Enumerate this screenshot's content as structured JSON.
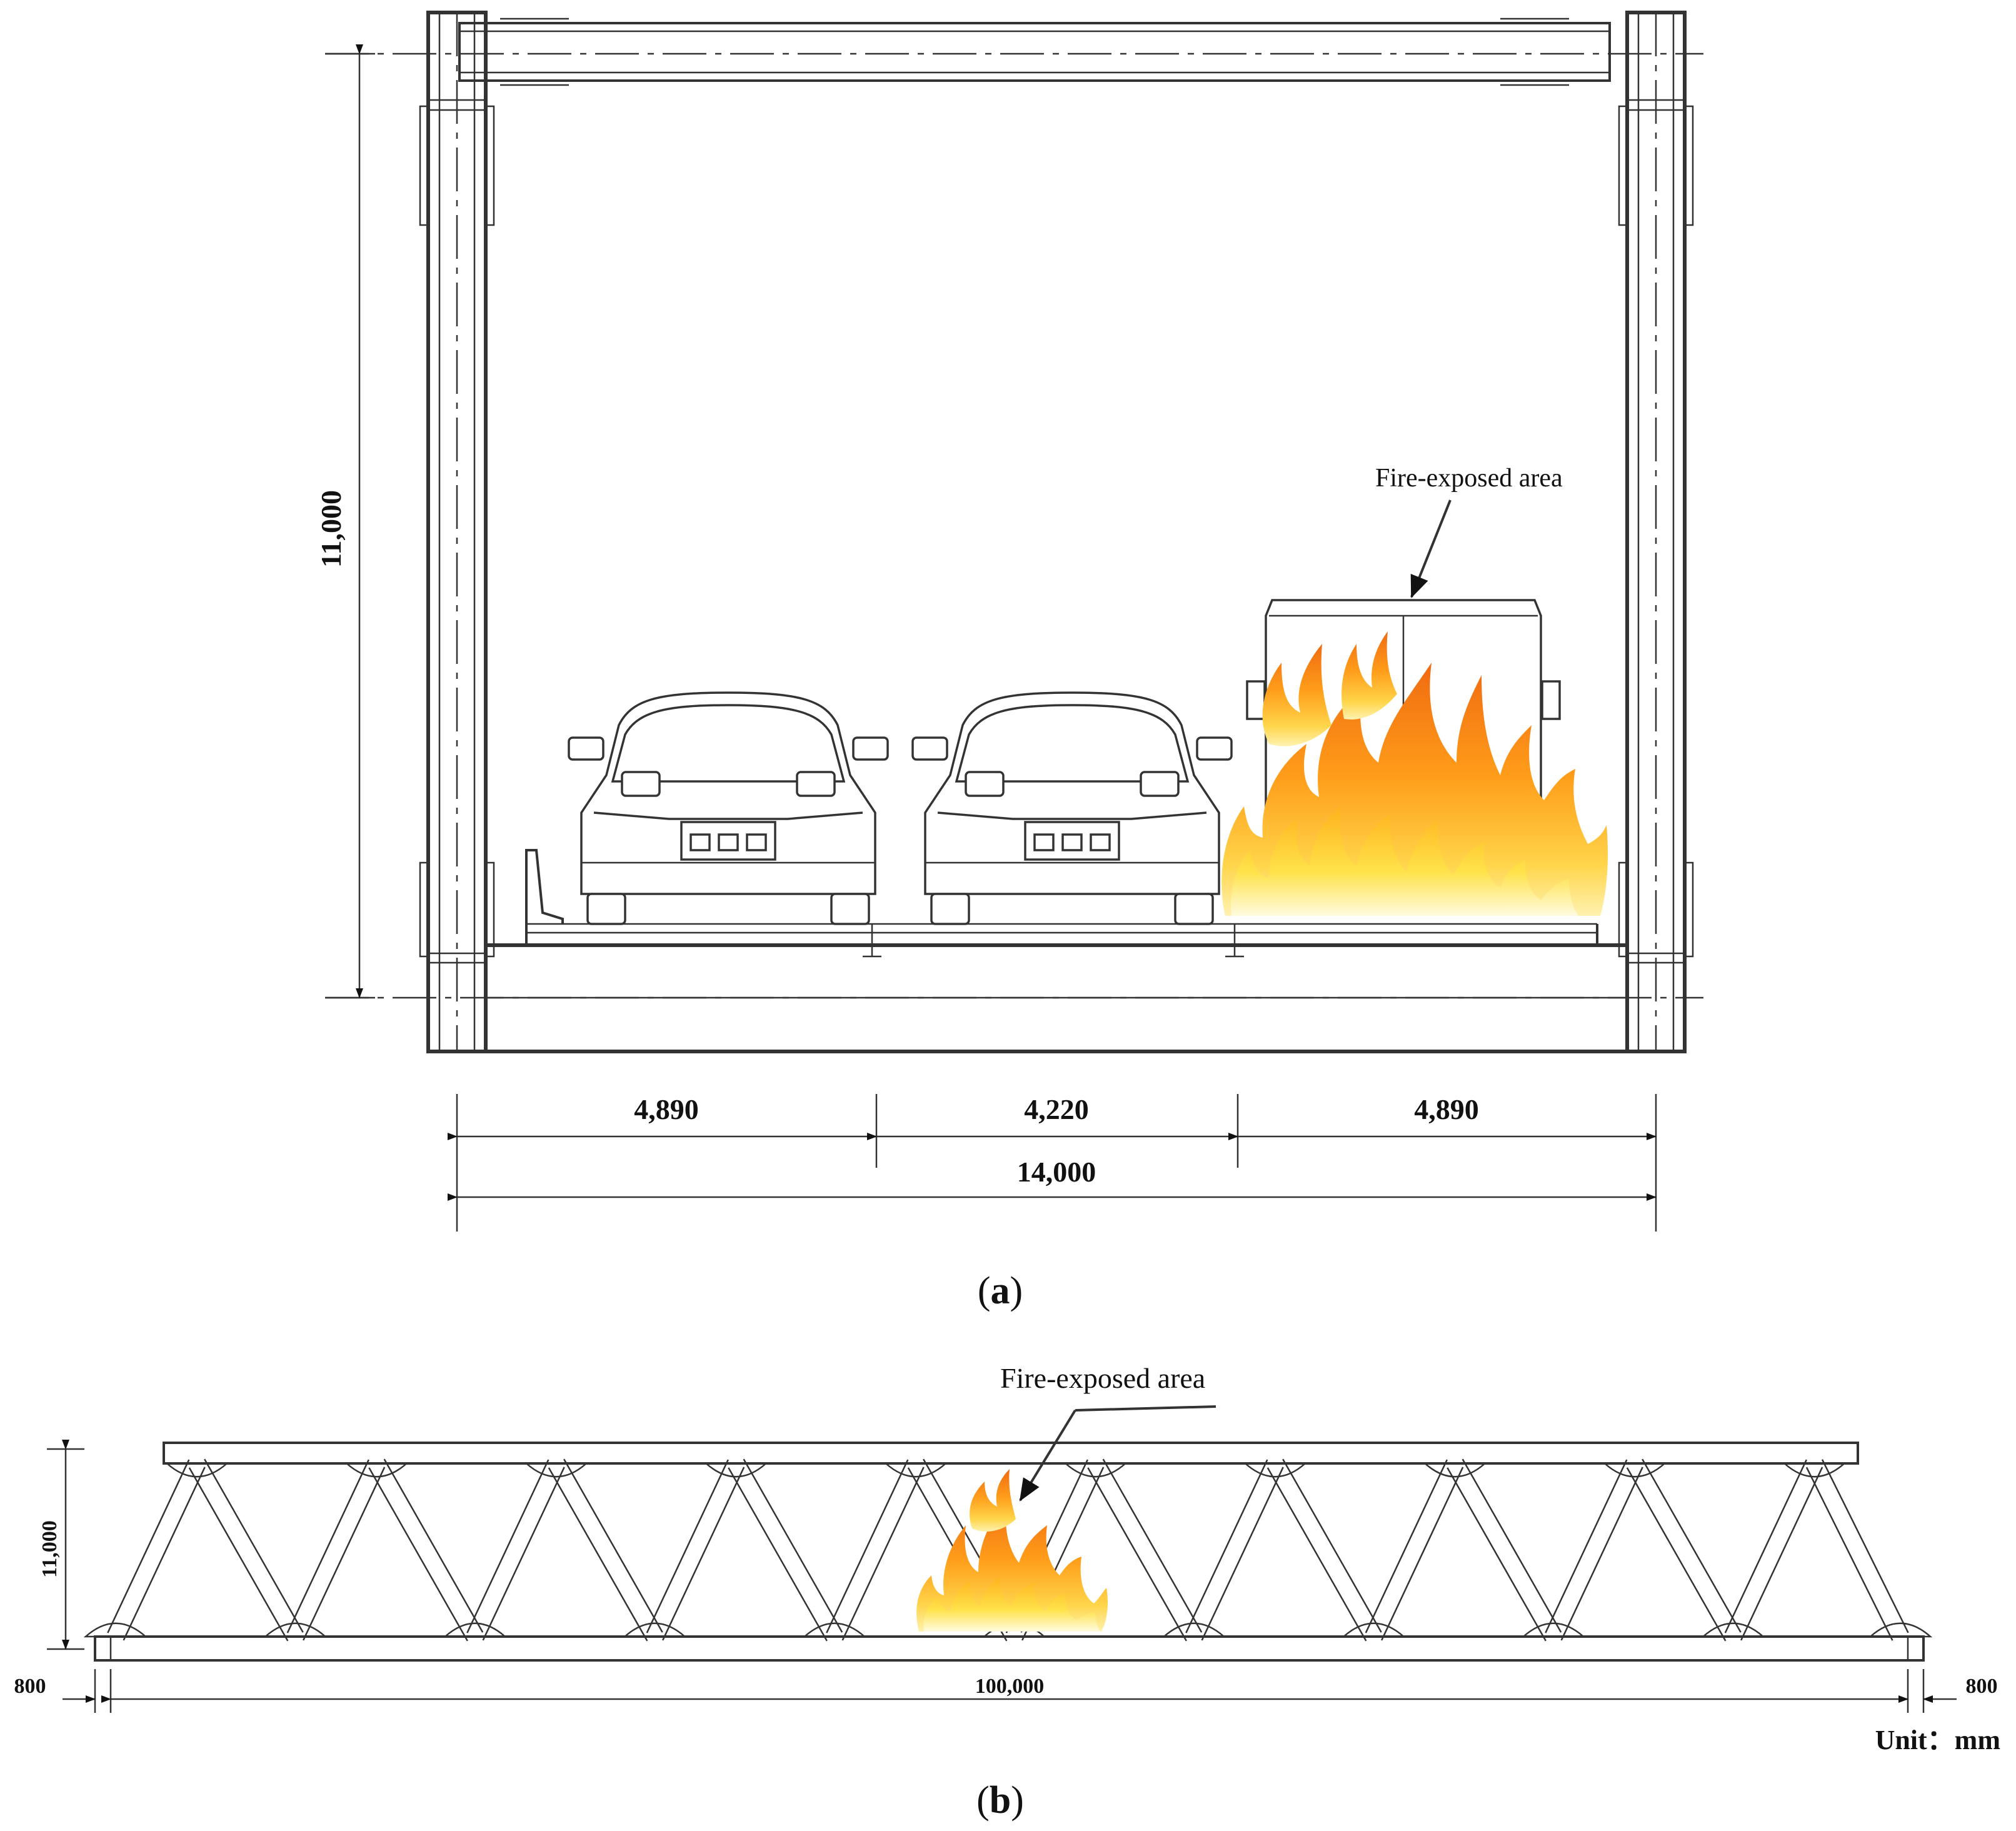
{
  "figure": {
    "panel_a": {
      "label_open": "(",
      "label_letter": "a",
      "label_close": ")",
      "height_dimension": "11,000",
      "fire_label": "Fire-exposed area",
      "lane_dimensions": [
        "4,890",
        "4,220",
        "4,890"
      ],
      "total_width_dimension": "14,000"
    },
    "panel_b": {
      "label_open": "(",
      "label_letter": "b",
      "label_close": ")",
      "height_dimension": "11,000",
      "fire_label": "Fire-exposed area",
      "left_overhang": "800",
      "span_dimension": "100,000",
      "right_overhang": "800",
      "unit_label": "Unit：mm"
    }
  },
  "colors": {
    "line": "#333333",
    "flame_outer": "#f07a10",
    "flame_mid": "#ffb21c",
    "flame_inner": "#ffe96a"
  }
}
